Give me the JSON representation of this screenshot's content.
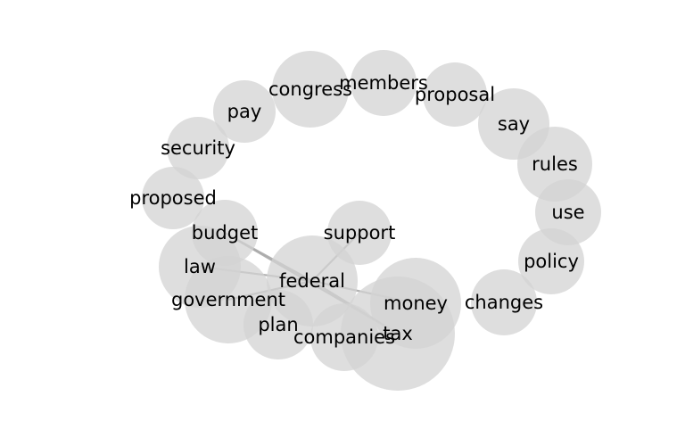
{
  "diagram": {
    "nodes": [
      {
        "id": "congress",
        "label": "congress"
      },
      {
        "id": "members",
        "label": "members"
      },
      {
        "id": "proposal",
        "label": "proposal"
      },
      {
        "id": "pay",
        "label": "pay"
      },
      {
        "id": "say",
        "label": "say"
      },
      {
        "id": "security",
        "label": "security"
      },
      {
        "id": "rules",
        "label": "rules"
      },
      {
        "id": "proposed",
        "label": "proposed"
      },
      {
        "id": "use",
        "label": "use"
      },
      {
        "id": "budget",
        "label": "budget"
      },
      {
        "id": "support",
        "label": "support"
      },
      {
        "id": "policy",
        "label": "policy"
      },
      {
        "id": "law",
        "label": "law"
      },
      {
        "id": "federal",
        "label": "federal"
      },
      {
        "id": "government",
        "label": "government"
      },
      {
        "id": "money",
        "label": "money"
      },
      {
        "id": "changes",
        "label": "changes"
      },
      {
        "id": "plan",
        "label": "plan"
      },
      {
        "id": "companies",
        "label": "companies"
      },
      {
        "id": "tax",
        "label": "tax"
      }
    ],
    "edges": [
      {
        "source": "federal",
        "target": "budget"
      },
      {
        "source": "federal",
        "target": "law"
      },
      {
        "source": "federal",
        "target": "support"
      },
      {
        "source": "federal",
        "target": "government"
      },
      {
        "source": "federal",
        "target": "money"
      },
      {
        "source": "federal",
        "target": "tax"
      },
      {
        "source": "budget",
        "target": "tax"
      }
    ]
  }
}
